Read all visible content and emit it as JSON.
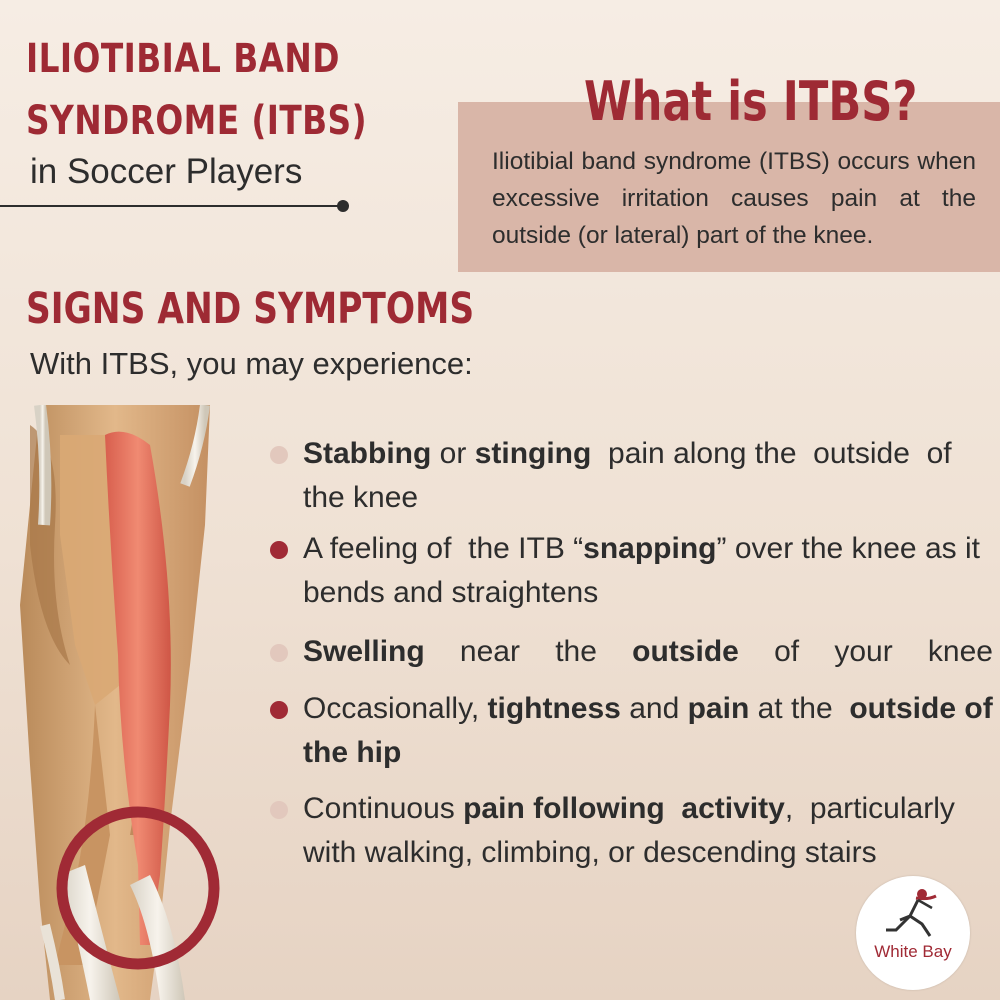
{
  "header": {
    "title_line1": "ILIOTIBIAL BAND",
    "title_line2": "SYNDROME (ITBS)",
    "subtitle": "in Soccer Players"
  },
  "what": {
    "title": "What is ITBS?",
    "text": "Iliotibial band syndrome (ITBS) occurs when excessive irritation causes pain at the outside (or lateral) part of the knee."
  },
  "signs": {
    "title": "SIGNS AND SYMPTOMS",
    "subtitle": "With ITBS, you may experience:"
  },
  "symptoms": [
    {
      "bullet": "light",
      "parts": [
        {
          "text": "Stabbing",
          "bold": true
        },
        {
          "text": " or ",
          "bold": false
        },
        {
          "text": "stinging",
          "bold": true
        },
        {
          "text": "  pain along the  outside  of the knee",
          "bold": false
        }
      ]
    },
    {
      "bullet": "dark",
      "parts": [
        {
          "text": "A feeling of  the ITB “",
          "bold": false
        },
        {
          "text": "snapping",
          "bold": true
        },
        {
          "text": "” over the knee as it bends and straightens",
          "bold": false
        }
      ]
    },
    {
      "bullet": "light",
      "parts": [
        {
          "text": "Swelling",
          "bold": true
        },
        {
          "text": "  near  the  ",
          "bold": false
        },
        {
          "text": "outside",
          "bold": true
        },
        {
          "text": "  of  your  knee",
          "bold": false
        }
      ]
    },
    {
      "bullet": "dark",
      "parts": [
        {
          "text": "Occasionally, ",
          "bold": false
        },
        {
          "text": "tightness",
          "bold": true
        },
        {
          "text": " and ",
          "bold": false
        },
        {
          "text": "pain",
          "bold": true
        },
        {
          "text": " at the  ",
          "bold": false
        },
        {
          "text": "outside of the hip",
          "bold": true
        }
      ]
    },
    {
      "bullet": "light",
      "parts": [
        {
          "text": "Continuous ",
          "bold": false
        },
        {
          "text": "pain following  activity",
          "bold": true
        },
        {
          "text": ",  particularly with walking, climbing, or descending stairs",
          "bold": false
        }
      ]
    }
  ],
  "logo": {
    "text": "White Bay",
    "icon": "runner-icon"
  },
  "anatomy": {
    "icon": "leg-muscle-illustration"
  },
  "colors": {
    "accent": "#9e2a34",
    "box": "#d9b6a8",
    "bullet_light": "#e2c8bd",
    "bullet_dark": "#a02a35"
  }
}
